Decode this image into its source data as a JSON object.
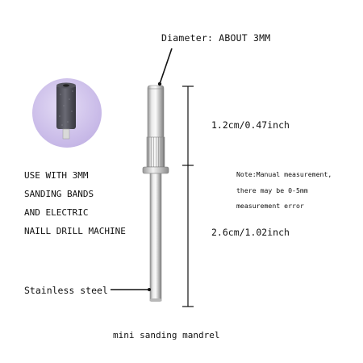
{
  "labels": {
    "diameter": "Diameter: ABOUT 3MM",
    "use_with": [
      "USE WITH 3MM",
      "SANDING BANDS",
      "AND ELECTRIC",
      "NAILL DRILL MACHINE"
    ],
    "length_top": "1.2cm/0.47inch",
    "length_bottom": "2.6cm/1.02inch",
    "note": [
      "Note:Manual measurement,",
      "there may be 0-5mm",
      "measurement error"
    ],
    "material": "Stainless steel",
    "caption": "mini sanding mandrel"
  },
  "icons": {
    "inset": "sanding-band-icon",
    "product": "mandrel-icon"
  },
  "colors": {
    "inset_background": "#cbbde9",
    "metal_light": "#e8e8e8",
    "metal_dark": "#8a8a8a"
  }
}
